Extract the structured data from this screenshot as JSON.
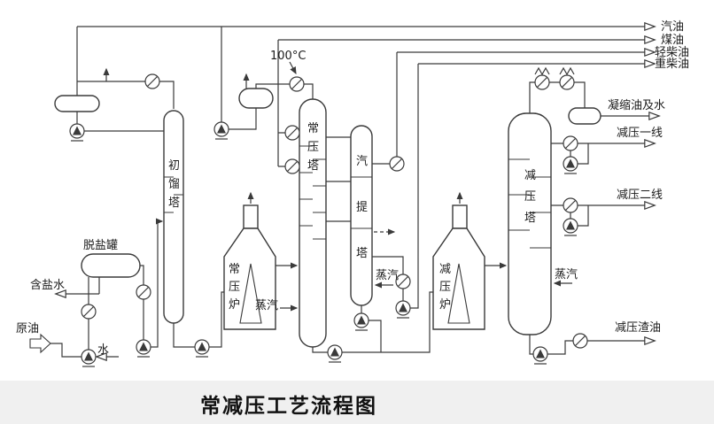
{
  "title": "常减压工艺流程图",
  "annotations": {
    "temperature": "100°C"
  },
  "products": {
    "gasoline": "汽油",
    "kerosene": "煤油",
    "light_diesel": "轻柴油",
    "heavy_diesel": "重柴油",
    "condensed_oil_water": "凝缩油及水",
    "vacuum_line_1": "减压一线",
    "vacuum_line_2": "减压二线",
    "vacuum_residue": "减压渣油"
  },
  "streams": {
    "crude_oil": "原油",
    "water": "水",
    "salty_water": "含盐水",
    "steam": "蒸汽"
  },
  "equipment": {
    "desalter": "脱盐罐",
    "initial_tower": "初馏塔",
    "atmospheric_furnace": "常压炉",
    "atmospheric_tower": "常压塔",
    "stripping_tower": "汽提塔",
    "vacuum_furnace": "减压炉",
    "vacuum_tower": "减压塔"
  }
}
